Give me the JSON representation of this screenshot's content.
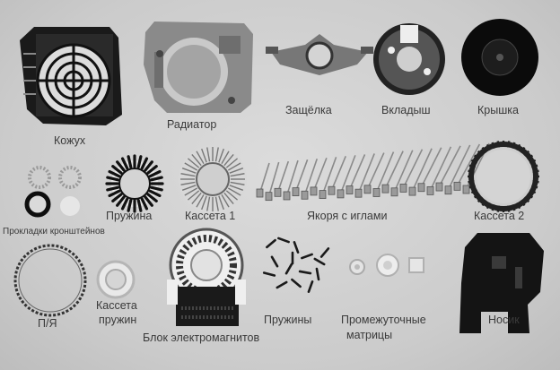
{
  "labels": {
    "kozhukh": "Кожух",
    "radiator": "Радиатор",
    "zashchelka": "Защёлка",
    "vkladysh": "Вкладыш",
    "kryshka": "Крышка",
    "prokladki": "Прокладки кронштейнов",
    "pruzhina": "Пружина",
    "kasseta1": "Кассета 1",
    "yakorya": "Якоря с иглами",
    "kasseta2": "Кассета 2",
    "pya": "П/Я",
    "kasseta_pruzhin_1": "Кассета",
    "kasseta_pruzhin_2": "пружин",
    "blok": "Блок электромагнитов",
    "pruzhiny": "Пружины",
    "matritsy_1": "Промежуточные",
    "matritsy_2": "матрицы",
    "nosik": "Носик"
  }
}
